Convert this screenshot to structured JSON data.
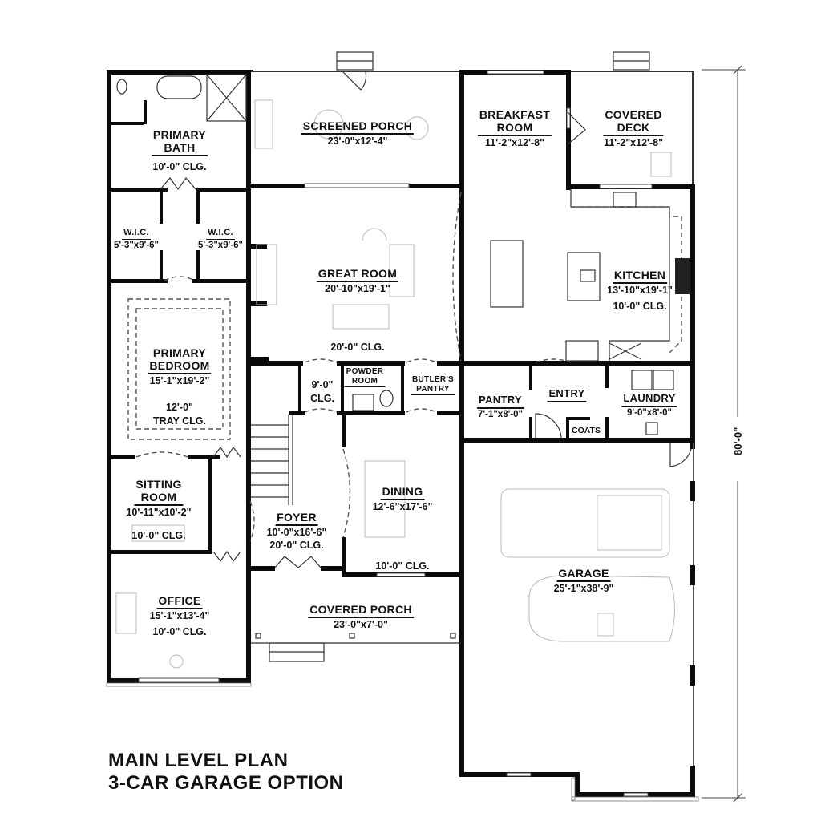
{
  "plan": {
    "title_line1": "MAIN LEVEL PLAN",
    "title_line2": "3-CAR GARAGE OPTION",
    "overall_depth": "80'-0\""
  },
  "rooms": {
    "primary_bath": {
      "name_line1": "PRIMARY",
      "name_line2": "BATH",
      "ceiling": "10'-0\" CLG."
    },
    "screened_porch": {
      "name": "SCREENED PORCH",
      "dims": "23'-0\"x12'-4\""
    },
    "breakfast_room": {
      "name_line1": "BREAKFAST",
      "name_line2": "ROOM",
      "dims": "11'-2\"x12'-8\""
    },
    "covered_deck": {
      "name_line1": "COVERED",
      "name_line2": "DECK",
      "dims": "11'-2\"x12'-8\""
    },
    "wic_left": {
      "name": "W.I.C.",
      "dims": "5'-3\"x9'-6\""
    },
    "wic_right": {
      "name": "W.I.C.",
      "dims": "5'-3\"x9'-6\""
    },
    "great_room": {
      "name": "GREAT ROOM",
      "dims": "20'-10\"x19'-1\"",
      "ceiling": "20'-0\" CLG."
    },
    "kitchen": {
      "name": "KITCHEN",
      "dims": "13'-10\"x19'-1\"",
      "ceiling": "10'-0\" CLG."
    },
    "primary_bedroom": {
      "name_line1": "PRIMARY",
      "name_line2": "BEDROOM",
      "dims": "15'-1\"x19'-2\"",
      "ceiling_line1": "12'-0\"",
      "ceiling_line2": "TRAY CLG."
    },
    "hall_ceiling": {
      "line1": "9'-0\"",
      "line2": "CLG."
    },
    "powder_room": {
      "name_line1": "POWDER",
      "name_line2": "ROOM"
    },
    "butlers_pantry": {
      "name_line1": "BUTLER'S",
      "name_line2": "PANTRY"
    },
    "pantry": {
      "name": "PANTRY",
      "dims": "7'-1\"x8'-0\""
    },
    "entry": {
      "name": "ENTRY"
    },
    "laundry": {
      "name": "LAUNDRY",
      "dims": "9'-0\"x8'-0\""
    },
    "coats": {
      "name": "COATS"
    },
    "sitting_room": {
      "name_line1": "SITTING",
      "name_line2": "ROOM",
      "dims": "10'-11\"x10'-2\"",
      "ceiling": "10'-0\" CLG."
    },
    "foyer": {
      "name": "FOYER",
      "dims": "10'-0\"x16'-6\"",
      "ceiling": "20'-0\" CLG."
    },
    "dining": {
      "name": "DINING",
      "dims": "12'-6\"x17'-6\"",
      "ceiling": "10'-0\" CLG."
    },
    "office": {
      "name": "OFFICE",
      "dims": "15'-1\"x13'-4\"",
      "ceiling": "10'-0\" CLG."
    },
    "covered_porch": {
      "name": "COVERED PORCH",
      "dims": "23'-0\"x7'-0\""
    },
    "garage": {
      "name": "GARAGE",
      "dims": "25'-1\"x38'-9\""
    }
  }
}
